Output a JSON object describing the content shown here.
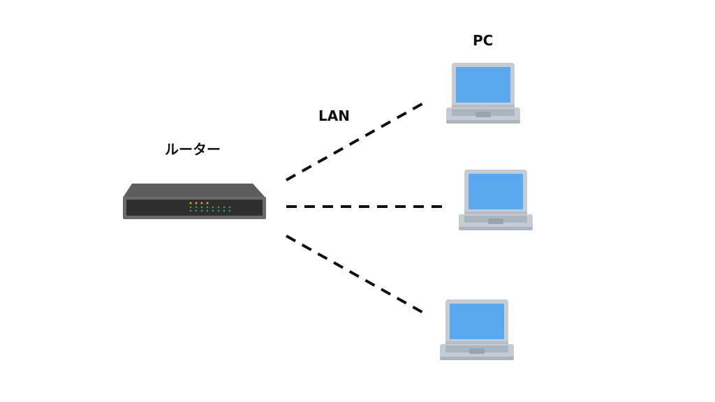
{
  "labels": {
    "router": "ルーター",
    "connection": "LAN",
    "device": "PC"
  },
  "icons": {
    "router": "router-icon",
    "laptop": "laptop-icon"
  },
  "colors": {
    "router_body": "#5d5d5d",
    "router_front": "#2e2e2e",
    "led_orange": "#e0a12a",
    "led_green": "#3bb54a",
    "laptop_frame": "#c5ccd4",
    "laptop_screen": "#5aa9ee",
    "laptop_base": "#aab5bf",
    "cable": "#111111"
  },
  "devices": [
    {
      "id": "pc-1",
      "type": "laptop"
    },
    {
      "id": "pc-2",
      "type": "laptop"
    },
    {
      "id": "pc-3",
      "type": "laptop"
    }
  ]
}
